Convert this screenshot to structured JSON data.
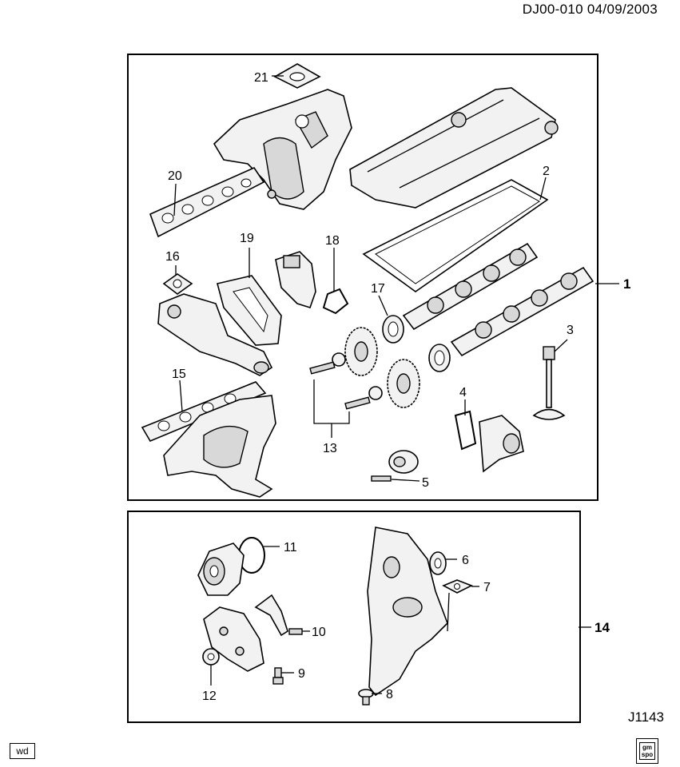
{
  "header": {
    "doc_id": "DJ00-010  04/09/2003"
  },
  "footer": {
    "illustration_code": "J1143",
    "badge": "wd",
    "logo_text": "gm spo"
  },
  "callouts": {
    "c1": "1",
    "c2": "2",
    "c3": "3",
    "c4": "4",
    "c5": "5",
    "c6": "6",
    "c7": "7",
    "c8": "8",
    "c9": "9",
    "c10": "10",
    "c11": "11",
    "c12": "12",
    "c13": "13",
    "c14": "14",
    "c15": "15",
    "c16": "16",
    "c17": "17",
    "c18": "18",
    "c19": "19",
    "c20": "20",
    "c21": "21"
  }
}
